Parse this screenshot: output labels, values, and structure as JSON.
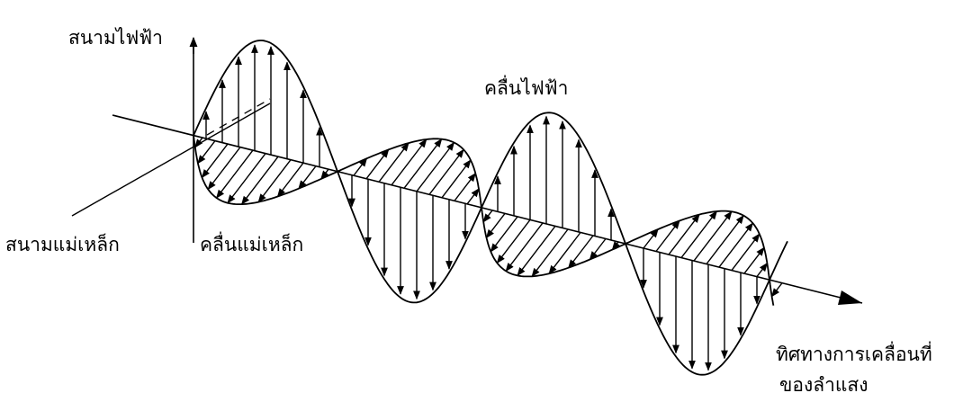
{
  "labels": {
    "electric_field": "สนามไฟฟ้า",
    "electric_wave": "คลื่นไฟฟ้า",
    "magnetic_field": "สนามแม่เหล็ก",
    "magnetic_wave": "คลื่นแม่เหล็ก",
    "direction_line1": "ทิศทางการเคลื่อนที่",
    "direction_line2": "ของลำแสง"
  }
}
